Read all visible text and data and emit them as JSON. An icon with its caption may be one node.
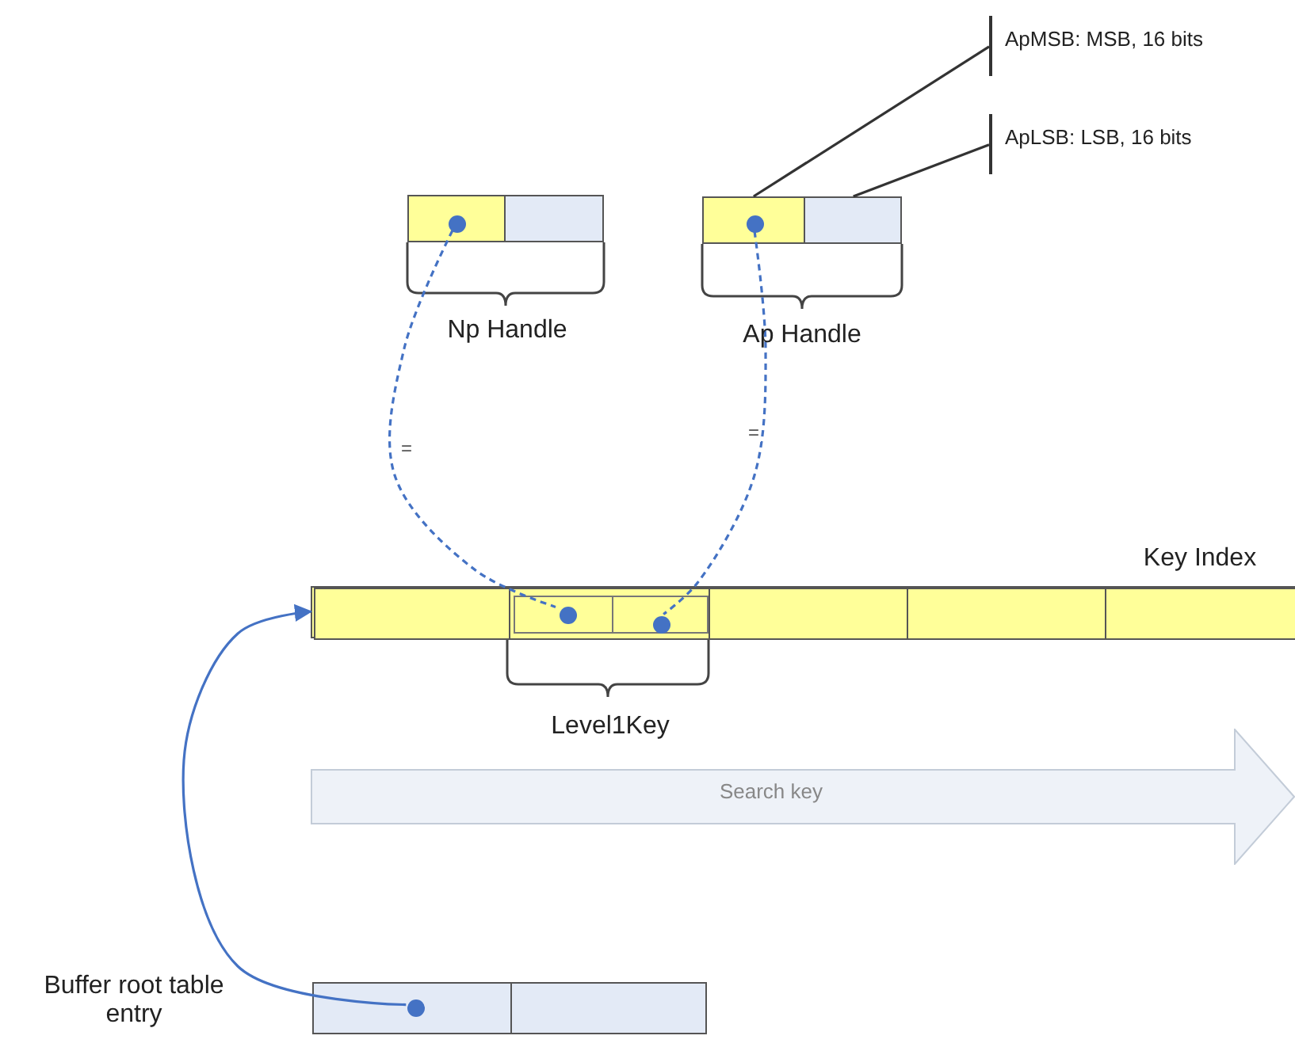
{
  "diagram": {
    "nodes": [
      {
        "text": [
          "ApMSB: MSB, 16 bits"
        ]
      },
      {
        "text": [
          "ApLSB: LSB, 16 bits"
        ]
      },
      {
        "text": [
          "Np Handle"
        ]
      },
      {
        "text": [],
        "shape": "box",
        "in": 2
      },
      {
        "text": [],
        "shape": "circle",
        "in": 3
      },
      {
        "text": [],
        "shape": "box",
        "in": 2
      },
      {
        "text": [
          "Ap Handle"
        ]
      },
      {
        "text": [],
        "shape": "box",
        "in": 6
      },
      {
        "text": [],
        "shape": "circle",
        "in": 7
      },
      {
        "text": [],
        "shape": "box",
        "in": 6
      },
      {
        "text": [
          "Key Index"
        ]
      },
      {
        "text": [],
        "shape": "box",
        "in": 10
      },
      {
        "text": [],
        "shape": "box",
        "in": 10
      },
      {
        "text": [],
        "shape": "box",
        "in": 12
      },
      {
        "text": [],
        "shape": "circle",
        "in": 13
      },
      {
        "text": [],
        "shape": "box",
        "in": 12
      },
      {
        "text": [],
        "shape": "circle",
        "in": 15
      },
      {
        "text": [],
        "shape": "box",
        "in": 10
      },
      {
        "text": [],
        "shape": "box",
        "in": 10
      },
      {
        "text": [],
        "shape": "box",
        "in": 10
      },
      {
        "text": [
          "Search key"
        ]
      },
      {
        "text": [
          "Buffer root table entry"
        ]
      },
      {
        "text": [],
        "shape": "box",
        "in": 21
      },
      {
        "text": [],
        "shape": "circle",
        "in": 22
      },
      {
        "text": [],
        "shape": "box",
        "in": 21
      }
    ],
    "edges": [
      {
        "from": 0,
        "to": 7,
        "arrow": "none",
        "color": "#333333"
      },
      {
        "from": 1,
        "to": 9,
        "arrow": "none",
        "color": "#333333"
      },
      {
        "from": 4,
        "to": 14,
        "arrow": "none",
        "style": "dashed",
        "label": "="
      },
      {
        "from": 8,
        "to": 16,
        "arrow": "none",
        "style": "dashed",
        "label": "="
      },
      {
        "from": 23,
        "to": 10,
        "arrow": "to"
      }
    ],
    "labels": [
      "Level1Key"
    ]
  }
}
